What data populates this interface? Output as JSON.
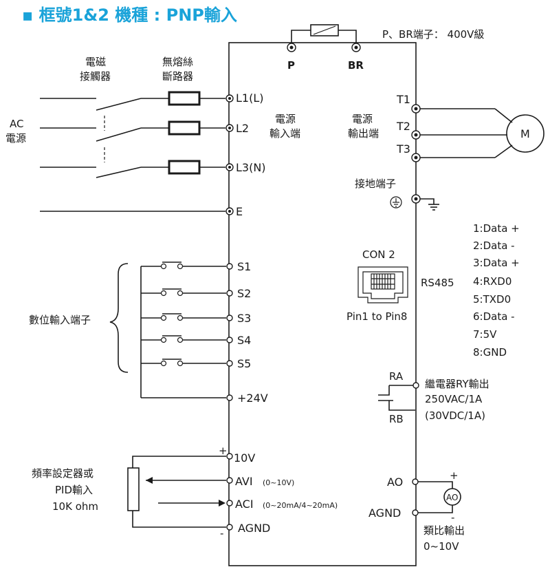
{
  "title": "▪ 框號1&2 機種 : PNP輸入",
  "colors": {
    "title": "#1aa3d9",
    "line": "#1a1a1a"
  },
  "brake": {
    "label": "P、BR端子： 400V級",
    "p": "P",
    "br": "BR"
  },
  "contactor": {
    "line1": "電磁",
    "line2": "接觸器"
  },
  "breaker": {
    "line1": "無熔絲",
    "line2": "斷路器"
  },
  "ac_source": {
    "line1": "AC",
    "line2": "電源"
  },
  "power_in": {
    "line1": "電源",
    "line2": "輸入端",
    "terminals": [
      "L1(L)",
      "L2",
      "L3(N)"
    ],
    "earth": "E"
  },
  "power_out": {
    "line1": "電源",
    "line2": "輸出端",
    "terminals": [
      "T1",
      "T2",
      "T3"
    ],
    "motor": "M"
  },
  "ground": {
    "label": "接地端子"
  },
  "digital_inputs": {
    "label": "數位輸入端子",
    "terminals": [
      "S1",
      "S2",
      "S3",
      "S4",
      "S5"
    ],
    "supply": "+24V"
  },
  "comm": {
    "port": "CON 2",
    "pins": "Pin1 to Pin8",
    "protocol": "RS485",
    "pinout": [
      "1:Data +",
      "2:Data -",
      "3:Data +",
      "4:RXD0",
      "5:TXD0",
      "6:Data -",
      "7:5V",
      "8:GND"
    ]
  },
  "relay": {
    "ra": "RA",
    "rb": "RB",
    "line1": "繼電器RY輸出",
    "line2": "250VAC/1A",
    "line3": "(30VDC/1A)"
  },
  "freq_setter": {
    "line1": "頻率設定器或",
    "line2": "PID輸入",
    "line3": "10K ohm"
  },
  "analog_inputs": {
    "v10": "10V",
    "avi": "AVI",
    "avi_range": "(0~10V)",
    "aci": "ACI",
    "aci_range": "(0~20mA/4~20mA)",
    "agnd": "AGND",
    "plus": "+",
    "minus": "-"
  },
  "analog_output": {
    "ao": "AO",
    "agnd": "AGND",
    "meter": "AO",
    "line1": "類比輸出",
    "line2": "0~10V",
    "plus": "+",
    "minus": "-"
  }
}
